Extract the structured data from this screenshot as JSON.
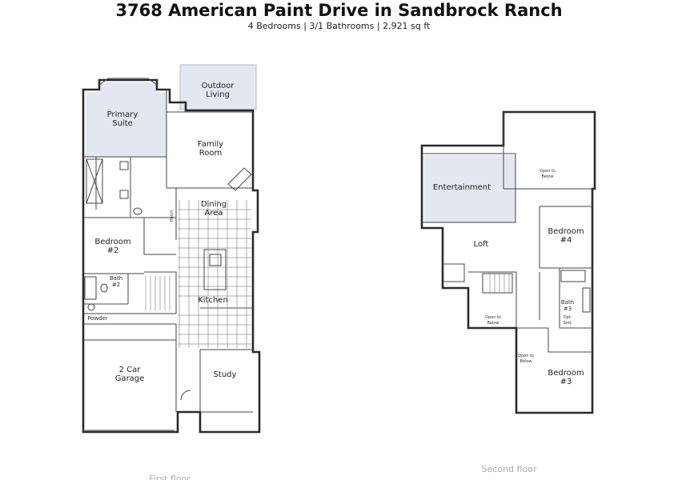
{
  "header": {
    "title": "3768 American Paint Drive in Sandbrock Ranch",
    "subtitle": "4 Bedrooms | 3/1 Bathrooms | 2,921 sq ft"
  },
  "first_floor": {
    "caption": "First floor",
    "rooms": {
      "outdoor_living_1": "Outdoor",
      "outdoor_living_2": "Living",
      "primary_suite_1": "Primary",
      "primary_suite_2": "Suite",
      "family_room_1": "Family",
      "family_room_2": "Room",
      "dining_area_1": "Dining",
      "dining_area_2": "Area",
      "bedroom2_1": "Bedroom",
      "bedroom2_2": "#2",
      "bath2_1": "Bath",
      "bath2_2": "#2",
      "kitchen": "Kitchen",
      "powder": "Powder",
      "garage_1": "2 Car",
      "garage_2": "Garage",
      "study": "Study",
      "hutch": "Hutch"
    }
  },
  "second_floor": {
    "caption": "Second floor",
    "rooms": {
      "entertainment": "Entertainment",
      "loft": "Loft",
      "bedroom4_1": "Bedroom",
      "bedroom4_2": "#4",
      "bedroom3_1": "Bedroom",
      "bedroom3_2": "#3",
      "bath3_1": "Bath",
      "bath3_2": "#3",
      "opt_1": "Opt.",
      "opt_2": "Sink",
      "open_below": "Open to Below",
      "open_below_a": "Open to",
      "open_below_b": "Below"
    }
  },
  "colors": {
    "highlight": "#e3e8f0",
    "wall": "#2b2b2b"
  }
}
